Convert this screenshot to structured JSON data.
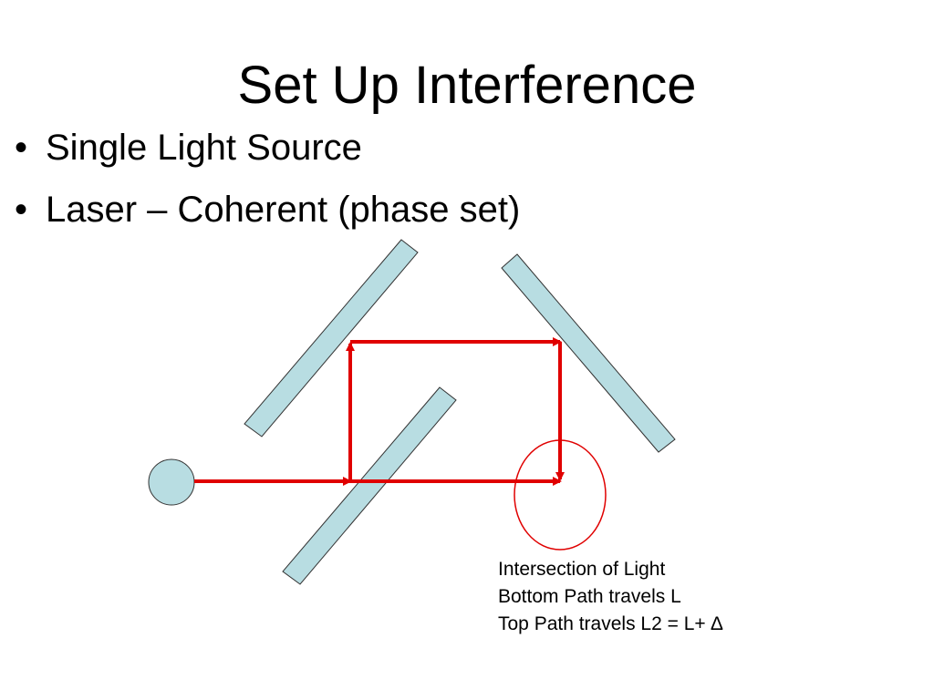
{
  "slide": {
    "title": "Set Up Interference",
    "bullets": [
      {
        "marker": "•",
        "text": "Single Light Source"
      },
      {
        "marker": "•",
        "text": "Laser – Coherent (phase set)"
      }
    ]
  },
  "diagram": {
    "caption": [
      "Intersection of Light",
      "Bottom Path travels L",
      "Top Path travels L2 = L+ ∆"
    ],
    "colors": {
      "mirror_fill": "#b8dde2",
      "mirror_stroke": "#333333",
      "light_path": "#e00000",
      "source_fill": "#b8dde2",
      "intersection_ring": "#e00000"
    }
  }
}
